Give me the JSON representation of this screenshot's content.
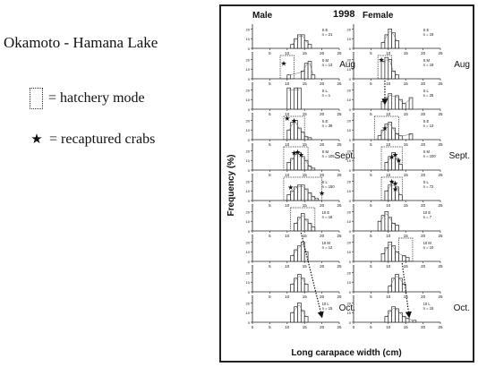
{
  "caption": {
    "title": "Okamoto - Hamana Lake",
    "legend": [
      {
        "symbol": "box-icon",
        "label": "= hatchery mode"
      },
      {
        "symbol": "star-icon",
        "label": "= recaptured crabs"
      }
    ]
  },
  "chart_data": {
    "type": "bar",
    "year": "1998",
    "xlabel": "Long carapace width (cm)",
    "ylabel": "Frequency (%)",
    "xlim": [
      0,
      25
    ],
    "x_ticks": [
      "0",
      "5",
      "10",
      "15",
      "20",
      "25"
    ],
    "columns": [
      "Male",
      "Female"
    ],
    "month_labels": {
      "male": [
        {
          "label": "Aug",
          "row": 1
        },
        {
          "label": "Sept.",
          "row": 4
        },
        {
          "label": "Oct.",
          "row": 9
        }
      ],
      "female": [
        {
          "label": "Aug",
          "row": 1
        },
        {
          "label": "Sept.",
          "row": 4
        },
        {
          "label": "Oct.",
          "row": 9
        }
      ]
    },
    "panels": {
      "male": [
        {
          "label": "S E\nn = 21",
          "hatchery": false,
          "bars": [
            [
              11,
              4
            ],
            [
              12,
              10
            ],
            [
              13,
              14
            ],
            [
              14,
              14
            ],
            [
              15,
              8
            ],
            [
              16,
              4
            ]
          ],
          "stars": []
        },
        {
          "label": "S M\nn = 13",
          "hatchery": true,
          "box": [
            8,
            12
          ],
          "bars": [
            [
              10,
              4
            ],
            [
              14,
              8
            ],
            [
              15,
              16
            ],
            [
              16,
              18
            ],
            [
              17,
              4
            ]
          ],
          "stars": [
            [
              9,
              16
            ]
          ]
        },
        {
          "label": "S L\nn = 1",
          "hatchery": false,
          "bars": [
            [
              10,
              22
            ],
            [
              12,
              22
            ],
            [
              13,
              22
            ]
          ],
          "stars": []
        },
        {
          "label": "S E\nn = 39",
          "hatchery": true,
          "box": [
            9,
            15
          ],
          "bars": [
            [
              10,
              10
            ],
            [
              11,
              18
            ],
            [
              12,
              20
            ],
            [
              13,
              12
            ],
            [
              14,
              8
            ],
            [
              15,
              3
            ],
            [
              16,
              2
            ]
          ],
          "stars": [
            [
              10,
              22
            ],
            [
              12,
              20
            ]
          ]
        },
        {
          "label": "S M\nn = 105",
          "hatchery": true,
          "box": [
            9,
            16
          ],
          "bars": [
            [
              10,
              8
            ],
            [
              11,
              12
            ],
            [
              12,
              18
            ],
            [
              13,
              18
            ],
            [
              14,
              14
            ],
            [
              15,
              10
            ],
            [
              16,
              4
            ],
            [
              17,
              2
            ]
          ],
          "stars": [
            [
              12,
              18
            ],
            [
              13,
              19
            ],
            [
              14,
              16
            ]
          ]
        },
        {
          "label": "S L\nn = 150",
          "hatchery": true,
          "box": [
            9,
            20
          ],
          "bars": [
            [
              10,
              6
            ],
            [
              11,
              10
            ],
            [
              12,
              14
            ],
            [
              13,
              16
            ],
            [
              14,
              16
            ],
            [
              15,
              12
            ],
            [
              16,
              8
            ],
            [
              17,
              4
            ],
            [
              18,
              2
            ]
          ],
          "stars": [
            [
              11,
              14
            ],
            [
              20,
              8
            ]
          ]
        },
        {
          "label": "10 E\nn = 18",
          "hatchery": true,
          "box": [
            11,
            18
          ],
          "bars": [
            [
              12,
              8
            ],
            [
              13,
              14
            ],
            [
              14,
              18
            ],
            [
              15,
              12
            ],
            [
              16,
              8
            ],
            [
              17,
              4
            ]
          ],
          "stars": []
        },
        {
          "label": "10 M\nn = 12",
          "hatchery": false,
          "bars": [
            [
              11,
              6
            ],
            [
              12,
              12
            ],
            [
              13,
              16
            ],
            [
              14,
              20
            ],
            [
              15,
              10
            ]
          ],
          "stars": []
        },
        {
          "label": "",
          "hatchery": false,
          "bars": [
            [
              11,
              8
            ],
            [
              12,
              14
            ],
            [
              13,
              18
            ],
            [
              14,
              14
            ],
            [
              15,
              8
            ]
          ],
          "stars": []
        },
        {
          "label": "10 L\nn = 15",
          "hatchery": false,
          "bars": [
            [
              11,
              10
            ],
            [
              12,
              16
            ],
            [
              13,
              20
            ],
            [
              14,
              12
            ],
            [
              15,
              6
            ]
          ],
          "stars": []
        }
      ],
      "female": [
        {
          "label": "S E\nn = 19",
          "hatchery": false,
          "bars": [
            [
              8,
              6
            ],
            [
              9,
              14
            ],
            [
              10,
              20
            ],
            [
              11,
              16
            ],
            [
              12,
              8
            ]
          ],
          "stars": []
        },
        {
          "label": "S M\nn = 19",
          "hatchery": true,
          "box": [
            7,
            11
          ],
          "bars": [
            [
              8,
              18
            ],
            [
              9,
              22
            ],
            [
              10,
              20
            ],
            [
              11,
              8
            ],
            [
              12,
              4
            ]
          ],
          "stars": [
            [
              8,
              20
            ]
          ]
        },
        {
          "label": "S L\nn = 25",
          "hatchery": false,
          "bars": [
            [
              8,
              8
            ],
            [
              9,
              12
            ],
            [
              10,
              16
            ],
            [
              12,
              14
            ],
            [
              13,
              10
            ],
            [
              14,
              6
            ],
            [
              16,
              12
            ]
          ],
          "stars": []
        },
        {
          "label": "S E\nn = 13",
          "hatchery": true,
          "box": [
            6,
            13
          ],
          "bars": [
            [
              7,
              4
            ],
            [
              8,
              10
            ],
            [
              9,
              16
            ],
            [
              10,
              18
            ],
            [
              11,
              12
            ],
            [
              12,
              6
            ],
            [
              13,
              4
            ],
            [
              16,
              6
            ]
          ],
          "stars": [
            [
              9,
              12
            ]
          ]
        },
        {
          "label": "S M\nn = 100",
          "hatchery": true,
          "box": [
            8,
            14
          ],
          "bars": [
            [
              9,
              8
            ],
            [
              10,
              14
            ],
            [
              11,
              18
            ],
            [
              12,
              12
            ],
            [
              13,
              6
            ]
          ],
          "stars": [
            [
              11,
              14
            ],
            [
              12,
              16
            ],
            [
              13,
              10
            ]
          ]
        },
        {
          "label": "S L\nn = 72",
          "hatchery": true,
          "box": [
            8,
            14
          ],
          "bars": [
            [
              9,
              10
            ],
            [
              10,
              16
            ],
            [
              11,
              18
            ],
            [
              12,
              14
            ],
            [
              13,
              6
            ]
          ],
          "stars": [
            [
              11,
              20
            ],
            [
              12,
              18
            ],
            [
              12,
              12
            ]
          ]
        },
        {
          "label": "10 E\nn = 7",
          "hatchery": false,
          "bars": [
            [
              7,
              10
            ],
            [
              8,
              16
            ],
            [
              9,
              20
            ],
            [
              10,
              14
            ],
            [
              11,
              8
            ],
            [
              12,
              6
            ]
          ],
          "stars": []
        },
        {
          "label": "10 M\nn = 10",
          "hatchery": true,
          "box": [
            13,
            17
          ],
          "bars": [
            [
              8,
              8
            ],
            [
              9,
              14
            ],
            [
              10,
              20
            ],
            [
              11,
              16
            ],
            [
              12,
              10
            ],
            [
              14,
              6
            ],
            [
              15,
              4
            ]
          ],
          "stars": []
        },
        {
          "label": "",
          "hatchery": false,
          "bars": [
            [
              10,
              6
            ],
            [
              11,
              14
            ],
            [
              12,
              18
            ],
            [
              13,
              14
            ],
            [
              14,
              8
            ]
          ],
          "stars": []
        },
        {
          "label": "10 L\nn = 15",
          "hatchery": false,
          "bars": [
            [
              9,
              6
            ],
            [
              10,
              12
            ],
            [
              11,
              16
            ],
            [
              12,
              14
            ],
            [
              13,
              10
            ],
            [
              14,
              6
            ],
            [
              15,
              4
            ],
            [
              17,
              2
            ]
          ],
          "stars": []
        }
      ]
    },
    "ylim": [
      0,
      25
    ],
    "y_ticks": [
      "0",
      "10",
      "20"
    ],
    "arrows": [
      {
        "column": "male",
        "from_row": 6,
        "from_x": 14,
        "to_row": 9,
        "to_x": 20
      },
      {
        "column": "female",
        "from_row": 1,
        "from_x": 9,
        "to_row": 2,
        "to_x": 9
      },
      {
        "column": "female",
        "from_row": 7,
        "from_x": 14,
        "to_row": 9,
        "to_x": 16
      }
    ]
  }
}
